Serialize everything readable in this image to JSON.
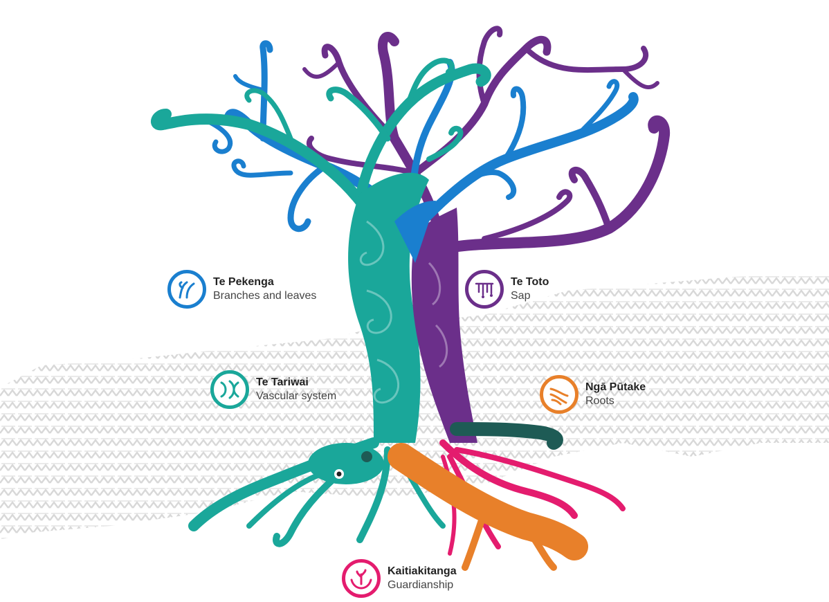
{
  "colors": {
    "blue": "#1a7fcf",
    "teal": "#1aa79a",
    "purple": "#6b2f8a",
    "orange": "#e8802a",
    "pink": "#e41c6e",
    "dark_teal": "#1e5b55",
    "pattern_gray": "#d8d8d8"
  },
  "legend": {
    "pekenga": {
      "title": "Te Pekenga",
      "subtitle": "Branches and leaves",
      "icon": "branches-leaves-icon"
    },
    "toto": {
      "title": "Te Toto",
      "subtitle": "Sap",
      "icon": "sap-icon"
    },
    "tariwai": {
      "title": "Te Tariwai",
      "subtitle": "Vascular system",
      "icon": "vascular-icon"
    },
    "putake": {
      "title": "Ngā Pūtake",
      "subtitle": "Roots",
      "icon": "roots-icon"
    },
    "kaitiakitanga": {
      "title": "Kaitiakitanga",
      "subtitle": "Guardianship",
      "icon": "guardian-hands-icon"
    }
  }
}
